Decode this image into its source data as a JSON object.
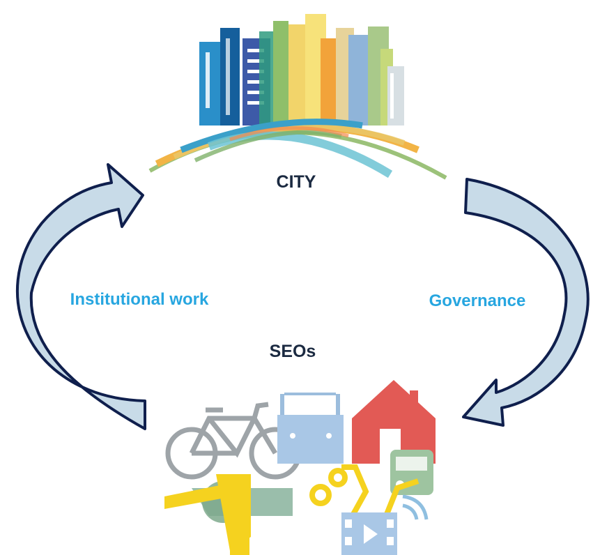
{
  "nodes": {
    "city": "CITY",
    "seos": "SEOs"
  },
  "edges": {
    "left": "Institutional work",
    "right": "Governance"
  },
  "colors": {
    "arrow_fill": "#c8dbe8",
    "arrow_stroke": "#0f1f4d",
    "edge_label": "#27a6e0",
    "node_label": "#1b2a41"
  },
  "icons": {
    "city": "city-skyline-icon",
    "seos": [
      "bicycle-icon",
      "handbag-icon",
      "house-icon",
      "wrench-icon",
      "hammer-icon",
      "car-icon",
      "film-icon"
    ]
  }
}
